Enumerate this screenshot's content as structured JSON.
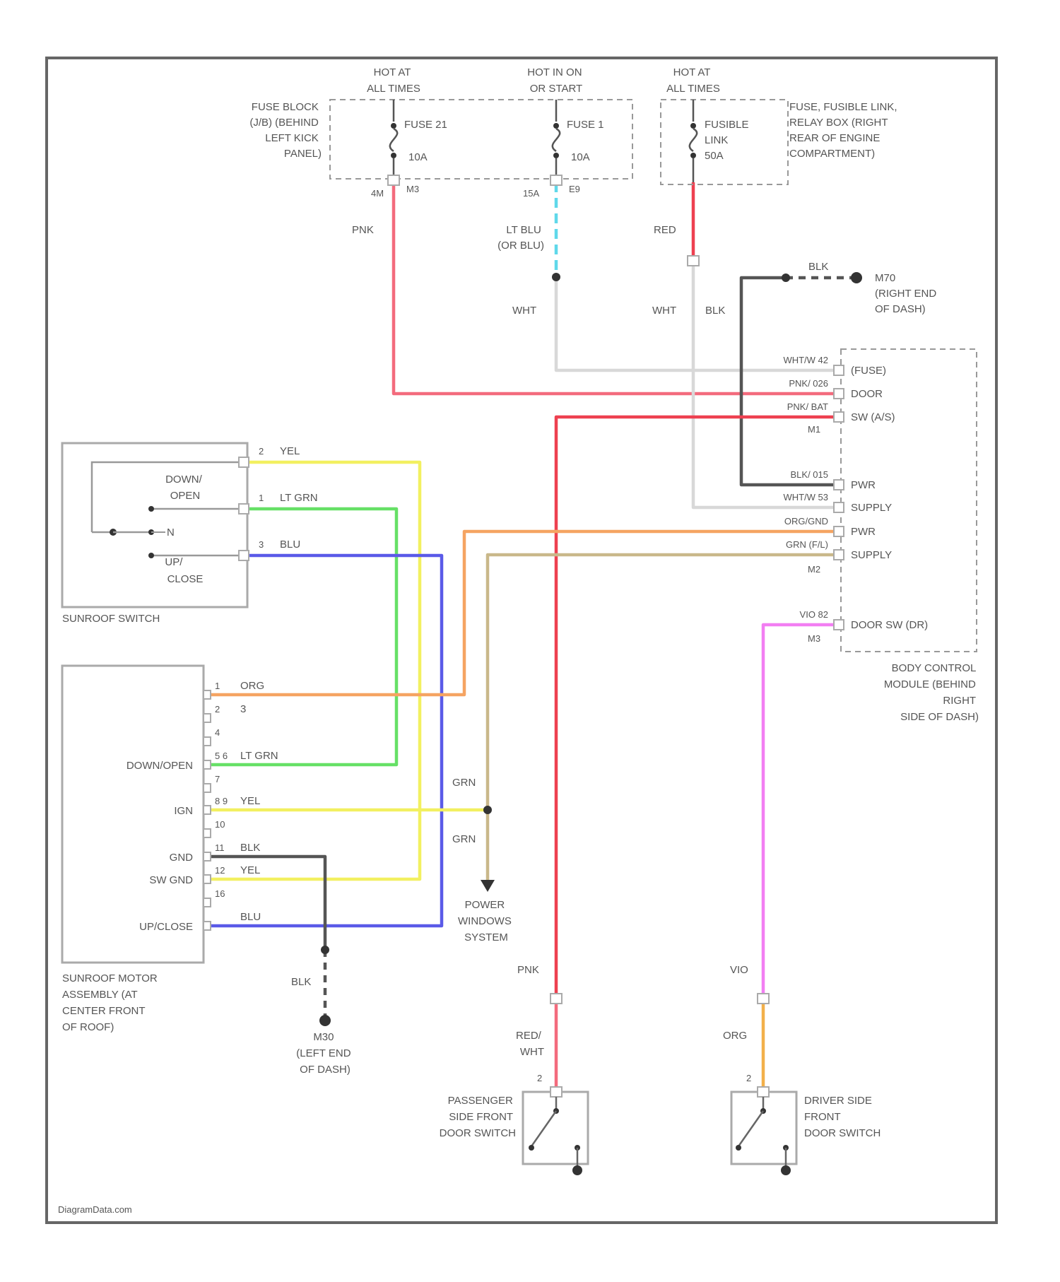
{
  "fuse_panel": {
    "hot_left": [
      "HOT AT",
      "ALL TIMES"
    ],
    "hot_mid": [
      "HOT IN ON",
      "OR START"
    ],
    "hot_right": [
      "HOT AT",
      "ALL TIMES"
    ],
    "block_label": [
      "FUSE BLOCK",
      "(J/B) (BEHIND",
      "LEFT KICK",
      "PANEL)"
    ],
    "fuse_21": [
      "FUSE 21",
      "10A"
    ],
    "fuse_1": [
      "FUSE 1",
      "10A"
    ],
    "fusible_link": [
      "FUSIBLE",
      "LINK",
      "50A"
    ],
    "fusible_box_label": [
      "FUSE, FUSIBLE LINK,",
      "RELAY BOX (RIGHT",
      "REAR OF ENGINE",
      "COMPARTMENT)"
    ],
    "pin_4m": "4M",
    "pin_m3": "M3",
    "pin_15a": "15A",
    "pin_e9": "E9"
  },
  "wires": {
    "pnk": "PNK",
    "lt_blu_or_blu": [
      "LT BLU",
      "(OR BLU)"
    ],
    "red": "RED",
    "wht": "WHT",
    "wht2": "WHT",
    "blk": "BLK",
    "blk_top": "BLK",
    "pnk_lower": "PNK",
    "red_wht": [
      "RED/",
      "WHT"
    ],
    "vio_lower": "VIO",
    "org_lower": "ORG",
    "blk_ground": "BLK",
    "grn_upper": "GRN",
    "grn_lower": "GRN"
  },
  "ground_m70": [
    "M70",
    "(RIGHT END",
    "OF DASH)"
  ],
  "ground_m30": [
    "M30",
    "(LEFT END",
    "OF DASH)"
  ],
  "bcm": {
    "label": [
      "BODY CONTROL",
      "MODULE (BEHIND",
      "RIGHT",
      "SIDE OF DASH)"
    ],
    "pins": [
      {
        "wire": "WHT/W 42",
        "name": "(FUSE)"
      },
      {
        "wire": "PNK/ 026",
        "name": "DOOR"
      },
      {
        "wire": "PNK/ BAT",
        "name": "SW (A/S)"
      },
      {
        "wire": "BLK/ 015",
        "name": "PWR"
      },
      {
        "wire": "WHT/W 53",
        "name": "SUPPLY"
      },
      {
        "wire": "ORG/GND",
        "name": "PWR"
      },
      {
        "wire": "GRN (F/L)",
        "name": "SUPPLY"
      },
      {
        "wire": "VIO 82",
        "name": "DOOR SW (DR)"
      }
    ],
    "conn_m1": "M1",
    "conn_m2": "M2",
    "conn_m3": "M3"
  },
  "sunroof_switch": {
    "label": "SUNROOF SWITCH",
    "down_open": [
      "DOWN/",
      "OPEN"
    ],
    "neutral": "N",
    "up_close": [
      "UP/",
      "CLOSE"
    ],
    "pins": [
      {
        "pin": "2",
        "color": "YEL"
      },
      {
        "pin": "1",
        "color": "LT GRN"
      },
      {
        "pin": "3",
        "color": "BLU"
      }
    ]
  },
  "sunroof_motor": {
    "label": [
      "SUNROOF MOTOR",
      "ASSEMBLY (AT",
      "CENTER FRONT",
      "OF ROOF)"
    ],
    "inputs": {
      "down_open": "DOWN/OPEN",
      "ign": "IGN",
      "gnd": "GND",
      "sw_gnd": "SW GND",
      "up_close": "UP/CLOSE"
    },
    "pins": [
      {
        "pin": "1",
        "color": "ORG"
      },
      {
        "pin": "2",
        "color": "3"
      },
      {
        "pin": "4",
        "color": ""
      },
      {
        "pin": "5 6",
        "color": "LT GRN"
      },
      {
        "pin": "7",
        "color": ""
      },
      {
        "pin": "8 9",
        "color": "YEL"
      },
      {
        "pin": "10",
        "color": ""
      },
      {
        "pin": "11",
        "color": "BLK"
      },
      {
        "pin": "12",
        "color": "YEL"
      },
      {
        "pin": "16",
        "color": ""
      },
      {
        "pin": "",
        "color": "BLU"
      }
    ]
  },
  "power_windows": [
    "POWER",
    "WINDOWS",
    "SYSTEM"
  ],
  "passenger_switch": {
    "label": [
      "PASSENGER",
      "SIDE FRONT",
      "DOOR SWITCH"
    ],
    "pin": "2"
  },
  "driver_switch": {
    "label": [
      "DRIVER SIDE",
      "FRONT",
      "DOOR SWITCH"
    ],
    "pin": "2"
  },
  "watermark": "DiagramData.com",
  "colors": {
    "pnk": "#f36b7d",
    "red": "#ee4050",
    "lt_blu": "#5fd8ea",
    "wht": "#d8d8d8",
    "blk": "#555555",
    "yel": "#f2f060",
    "lt_grn": "#66e066",
    "blu": "#5a5ae8",
    "org": "#f5a462",
    "grn": "#c9b88a",
    "vio": "#f27ef2",
    "org_lower": "#f2b04a"
  }
}
